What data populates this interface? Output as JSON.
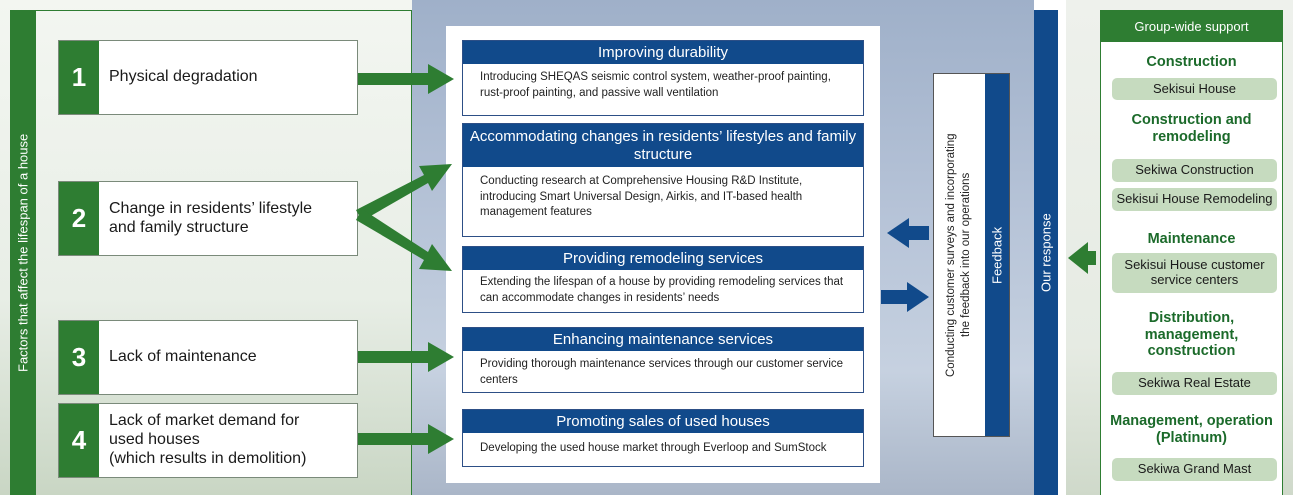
{
  "left": {
    "band_label": "Factors that affect the lifespan of a house",
    "factors": [
      {
        "number": "1",
        "text": "Physical degradation"
      },
      {
        "number": "2",
        "text": "Change in residents’ lifestyle\nand family structure"
      },
      {
        "number": "3",
        "text": "Lack of maintenance"
      },
      {
        "number": "4",
        "text": "Lack of market demand for\nused houses\n(which results in demolition)"
      }
    ]
  },
  "responses": [
    {
      "title": "Improving durability",
      "body": "Introducing SHEQAS seismic control system, weather-proof painting, rust-proof painting, and passive wall ventilation"
    },
    {
      "title": "Accommodating changes in residents’ lifestyles and family structure",
      "body": "Conducting research at Comprehensive Housing R&D Institute, introducing Smart Universal Design, Airkis, and IT-based health management features"
    },
    {
      "title": "Providing remodeling services",
      "body": "Extending the lifespan of a house by providing remodeling services that can accommodate changes in residents’ needs"
    },
    {
      "title": "Enhancing maintenance services",
      "body": "Providing thorough maintenance services through our customer service centers"
    },
    {
      "title": "Promoting sales of used houses",
      "body": "Developing the used house market through Everloop and SumStock"
    }
  ],
  "feedback": {
    "text": "Conducting customer surveys and incorporating\nthe feedback into our operations",
    "label": "Feedback"
  },
  "our_response_label": "Our response",
  "group_support": {
    "title": "Group-wide support",
    "sections": [
      {
        "category": "Construction",
        "companies": [
          "Sekisui House"
        ]
      },
      {
        "category": "Construction and\nremodeling",
        "companies": [
          "Sekiwa Construction",
          "Sekisui House Remodeling"
        ]
      },
      {
        "category": "Maintenance",
        "companies": [
          "Sekisui House customer\nservice centers"
        ]
      },
      {
        "category": "Distribution,\nmanagement,\nconstruction",
        "companies": [
          "Sekiwa Real Estate"
        ]
      },
      {
        "category": "Management, operation\n(Platinum)",
        "companies": [
          "Sekiwa Grand Mast"
        ]
      }
    ]
  },
  "colors": {
    "green": "#2e7d32",
    "blue": "#114a8b",
    "company_box": "#c6dbbf",
    "arrow_green": "#2e7d32",
    "arrow_blue": "#114a8b"
  }
}
